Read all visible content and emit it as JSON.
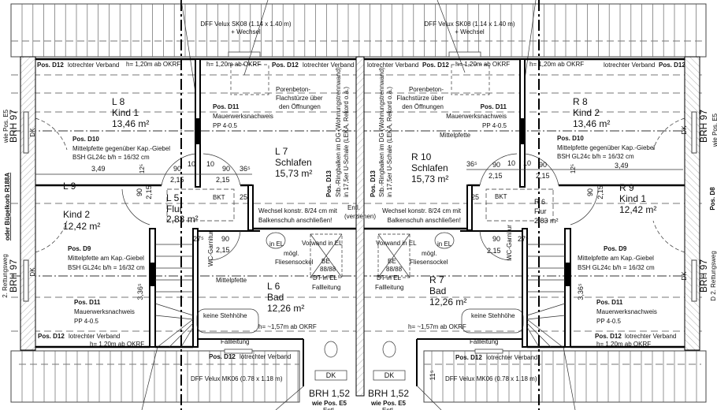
{
  "labels": {
    "pos_d12": "Pos. D12",
    "lotrechter": "lotrechter Verband",
    "h120": "h= 1,20m ab OKRF",
    "pos_d11": "Pos. D11",
    "mauerwerk": "Mauerwerksnachweis",
    "pp": "PP 4-0.5",
    "pos_d10": "Pos. D10",
    "mittelpfette_gegen": "Mittelpfette gegenüber Kap.-Giebel",
    "bsh": "BSH GL24c b/h = 16/32 cm",
    "pos_d9": "Pos. D9",
    "mittelpfette_am": "Mittelpfette am Kap.-Giebel",
    "mittelpfette": "Mittelpfette",
    "poren1": "Porenbeton-",
    "poren2": "Flachstürze über",
    "poren3": "den Öffnungen",
    "pos_d13": "Pos. D13",
    "ring1": "Stb.-Ringbalken im DG (Wohnungstrennwand)",
    "ring2": "in 17,5er U-Schale (LEKA, Rekord o.ä.)",
    "wechsel1": "Wechsel konstr. 8/24 cm mit",
    "wechsel2": "Balkenschuh anschließen!",
    "entl": "Entl.",
    "verziehen": "(verziehen)",
    "bkt": "BKT",
    "wc": "WC-Garnitur",
    "in_el": "in EL",
    "vorwand": "Vorwand in EL",
    "moegl": "mögl.",
    "fliesen": "Fliesensockel",
    "be": "BE",
    "be_size": "88/88",
    "dt": "DT in EL",
    "fallleitung": "Fallleitung",
    "keine_stehhoehe": "keine Stehhöhe",
    "h157": "h= ~1,57m ab OKRF",
    "dk": "DK",
    "brh97": "BRH 97",
    "brh152": "BRH 1,52",
    "wie_e5": "wie Pos. E5",
    "buegelkorb": "oder Bügelkorb R188A",
    "rettungsweg": "2. Rettungsweg",
    "rettungsweg_r": "D 2. Rettungsweg",
    "pos_d8": "Pos. D8",
    "velux_sk08": "DFF Velux SK08 (1.14 x 1.40 m)",
    "plus_wechsel": "+ Wechsel",
    "velux_mk06": "DFF Velux MK06 (0.78 x 1.18 m)"
  },
  "dims": {
    "d90": "90",
    "d10": "10",
    "d365": "36⁵",
    "d215": "2,15",
    "d349": "3,49",
    "d125": "12⁵",
    "d25": "25",
    "d275": "27⁵",
    "d3365": "3,36⁵",
    "d115": "11⁵"
  },
  "rooms": {
    "L8": {
      "number": "L 8",
      "name": "Kind 1",
      "area": "13,46 m²"
    },
    "L7": {
      "number": "L 7",
      "name": "Schlafen",
      "area": "15,73 m²"
    },
    "L5": {
      "number": "L 5",
      "name": "Flur",
      "area": "2,83 m²"
    },
    "L9": {
      "number": "L 9",
      "name": "Kind 2",
      "area": "12,42 m²"
    },
    "L6": {
      "number": "L 6",
      "name": "Bad",
      "area": "12,26 m²"
    },
    "R8": {
      "number": "R 8",
      "name": "Kind 2",
      "area": "13,46 m²"
    },
    "R10": {
      "number": "R 10",
      "name": "Schlafen",
      "area": "15,73 m²"
    },
    "R6": {
      "number": "R 6",
      "name": "Flur",
      "area": "2,83 m²"
    },
    "R9": {
      "number": "R 9",
      "name": "Kind 1",
      "area": "12,42 m²"
    },
    "R7": {
      "number": "R 7",
      "name": "Bad",
      "area": "12,26 m²"
    }
  }
}
